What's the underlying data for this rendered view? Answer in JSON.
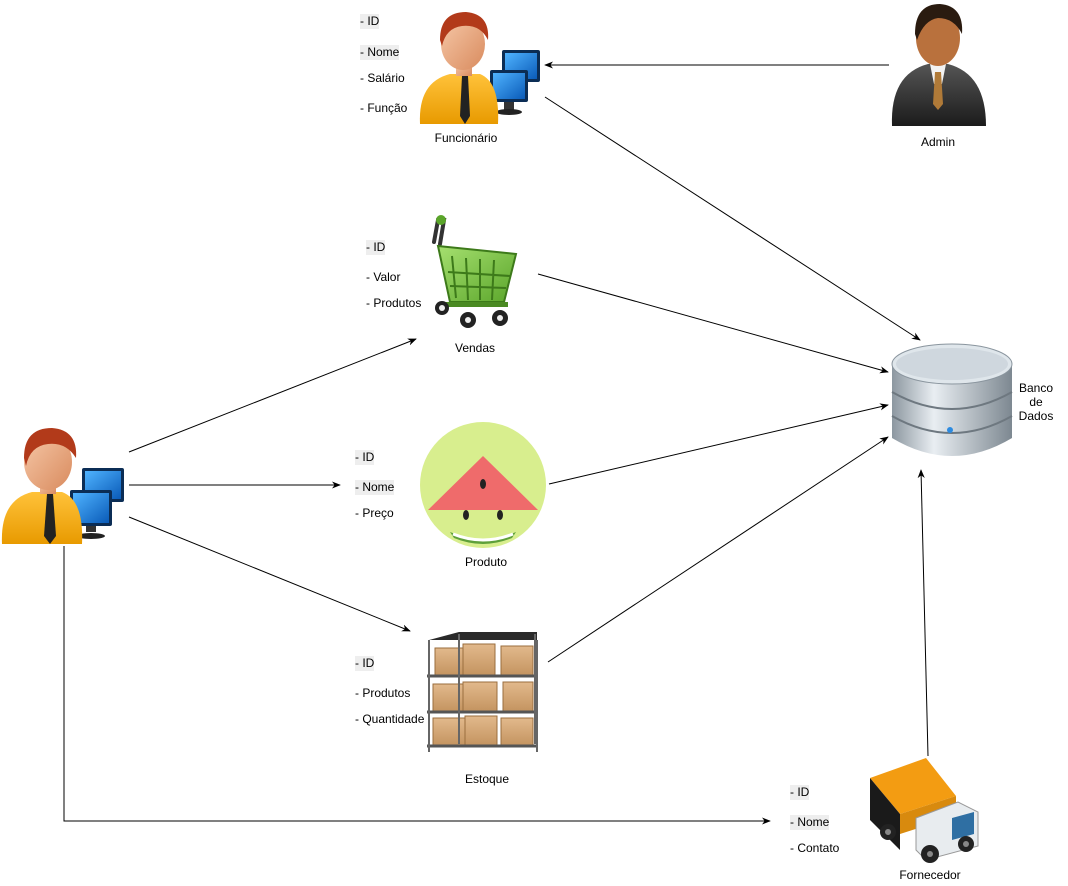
{
  "nodes": {
    "funcionario": {
      "label": "Funcionário",
      "attrs": [
        "- ID",
        "- Nome",
        "- Salário",
        "- Função"
      ]
    },
    "admin": {
      "label": "Admin"
    },
    "vendas": {
      "label": "Vendas",
      "attrs": [
        "- ID",
        "- Valor",
        "- Produtos"
      ]
    },
    "produto": {
      "label": "Produto",
      "attrs": [
        "- ID",
        "- Nome",
        "- Preço"
      ]
    },
    "estoque": {
      "label": "Estoque",
      "attrs": [
        "- ID",
        "- Produtos",
        "- Quantidade"
      ]
    },
    "fornecedor": {
      "label": "Fornecedor",
      "attrs": [
        "- ID",
        "- Nome",
        "- Contato"
      ]
    },
    "banco": {
      "label": "Banco de Dados"
    }
  },
  "edges": [
    {
      "from": "Admin",
      "to": "Funcionário"
    },
    {
      "from": "Funcionário",
      "to": "Banco de Dados"
    },
    {
      "from": "Vendas",
      "to": "Banco de Dados"
    },
    {
      "from": "Produto",
      "to": "Banco de Dados"
    },
    {
      "from": "Estoque",
      "to": "Banco de Dados"
    },
    {
      "from": "Fornecedor",
      "to": "Banco de Dados"
    },
    {
      "from": "user",
      "to": "Vendas"
    },
    {
      "from": "user",
      "to": "Produto"
    },
    {
      "from": "user",
      "to": "Estoque"
    },
    {
      "from": "user",
      "to": "Fornecedor"
    }
  ],
  "icons": {
    "funcionario": "employee-computer-icon",
    "admin": "admin-person-icon",
    "vendas": "shopping-cart-icon",
    "produto": "watermelon-icon",
    "estoque": "warehouse-shelf-icon",
    "fornecedor": "delivery-truck-icon",
    "banco": "database-icon",
    "user": "user-computer-icon"
  }
}
